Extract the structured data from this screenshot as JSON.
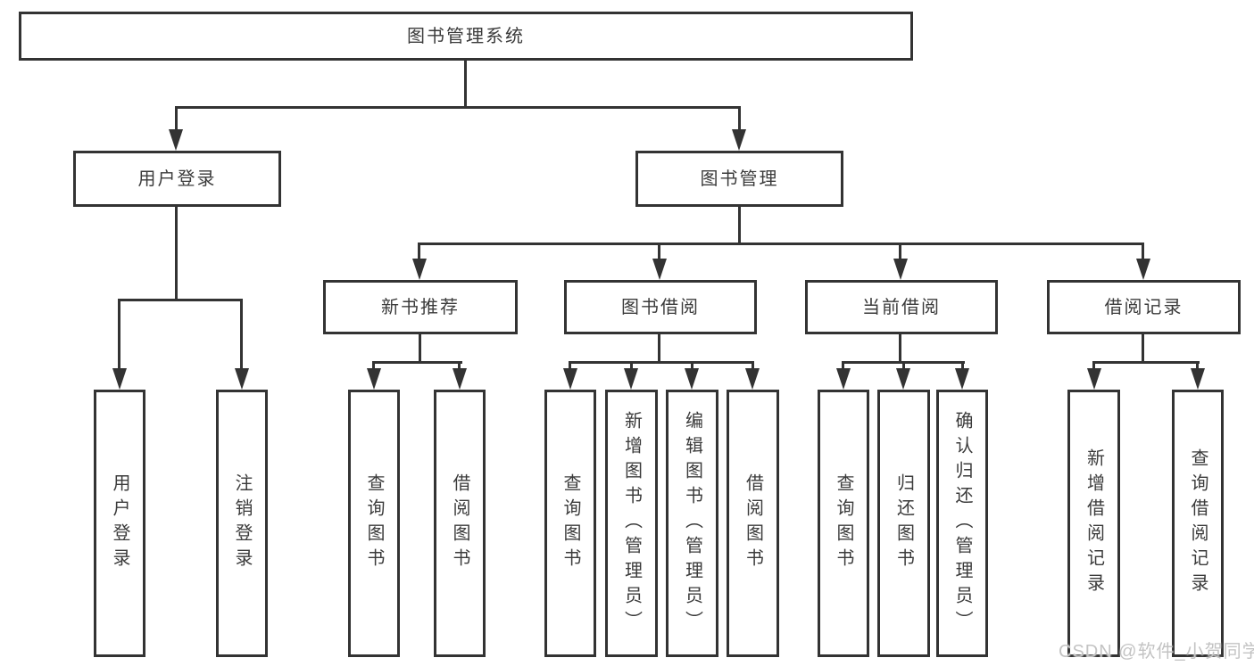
{
  "diagram": {
    "tree": {
      "label": "图书管理系统",
      "children": [
        {
          "label": "用户登录",
          "children": [
            {
              "label": "用户登录"
            },
            {
              "label": "注销登录"
            }
          ]
        },
        {
          "label": "图书管理",
          "children": [
            {
              "label": "新书推荐",
              "children": [
                {
                  "label": "查询图书"
                },
                {
                  "label": "借阅图书"
                }
              ]
            },
            {
              "label": "图书借阅",
              "children": [
                {
                  "label": "查询图书"
                },
                {
                  "label": "新增图书（管理员）"
                },
                {
                  "label": "编辑图书（管理员）"
                },
                {
                  "label": "借阅图书"
                }
              ]
            },
            {
              "label": "当前借阅",
              "children": [
                {
                  "label": "查询图书"
                },
                {
                  "label": "归还图书"
                },
                {
                  "label": "确认归还（管理员）"
                }
              ]
            },
            {
              "label": "借阅记录",
              "children": [
                {
                  "label": "新增借阅记录"
                },
                {
                  "label": "查询借阅记录"
                }
              ]
            }
          ]
        }
      ]
    },
    "colors": {
      "line": "#333333",
      "text": "#3b3b3b",
      "background": "#ffffff",
      "watermark": "#c3c3c3"
    }
  },
  "watermark": {
    "text": "CSDN @软件_小贺同学"
  }
}
